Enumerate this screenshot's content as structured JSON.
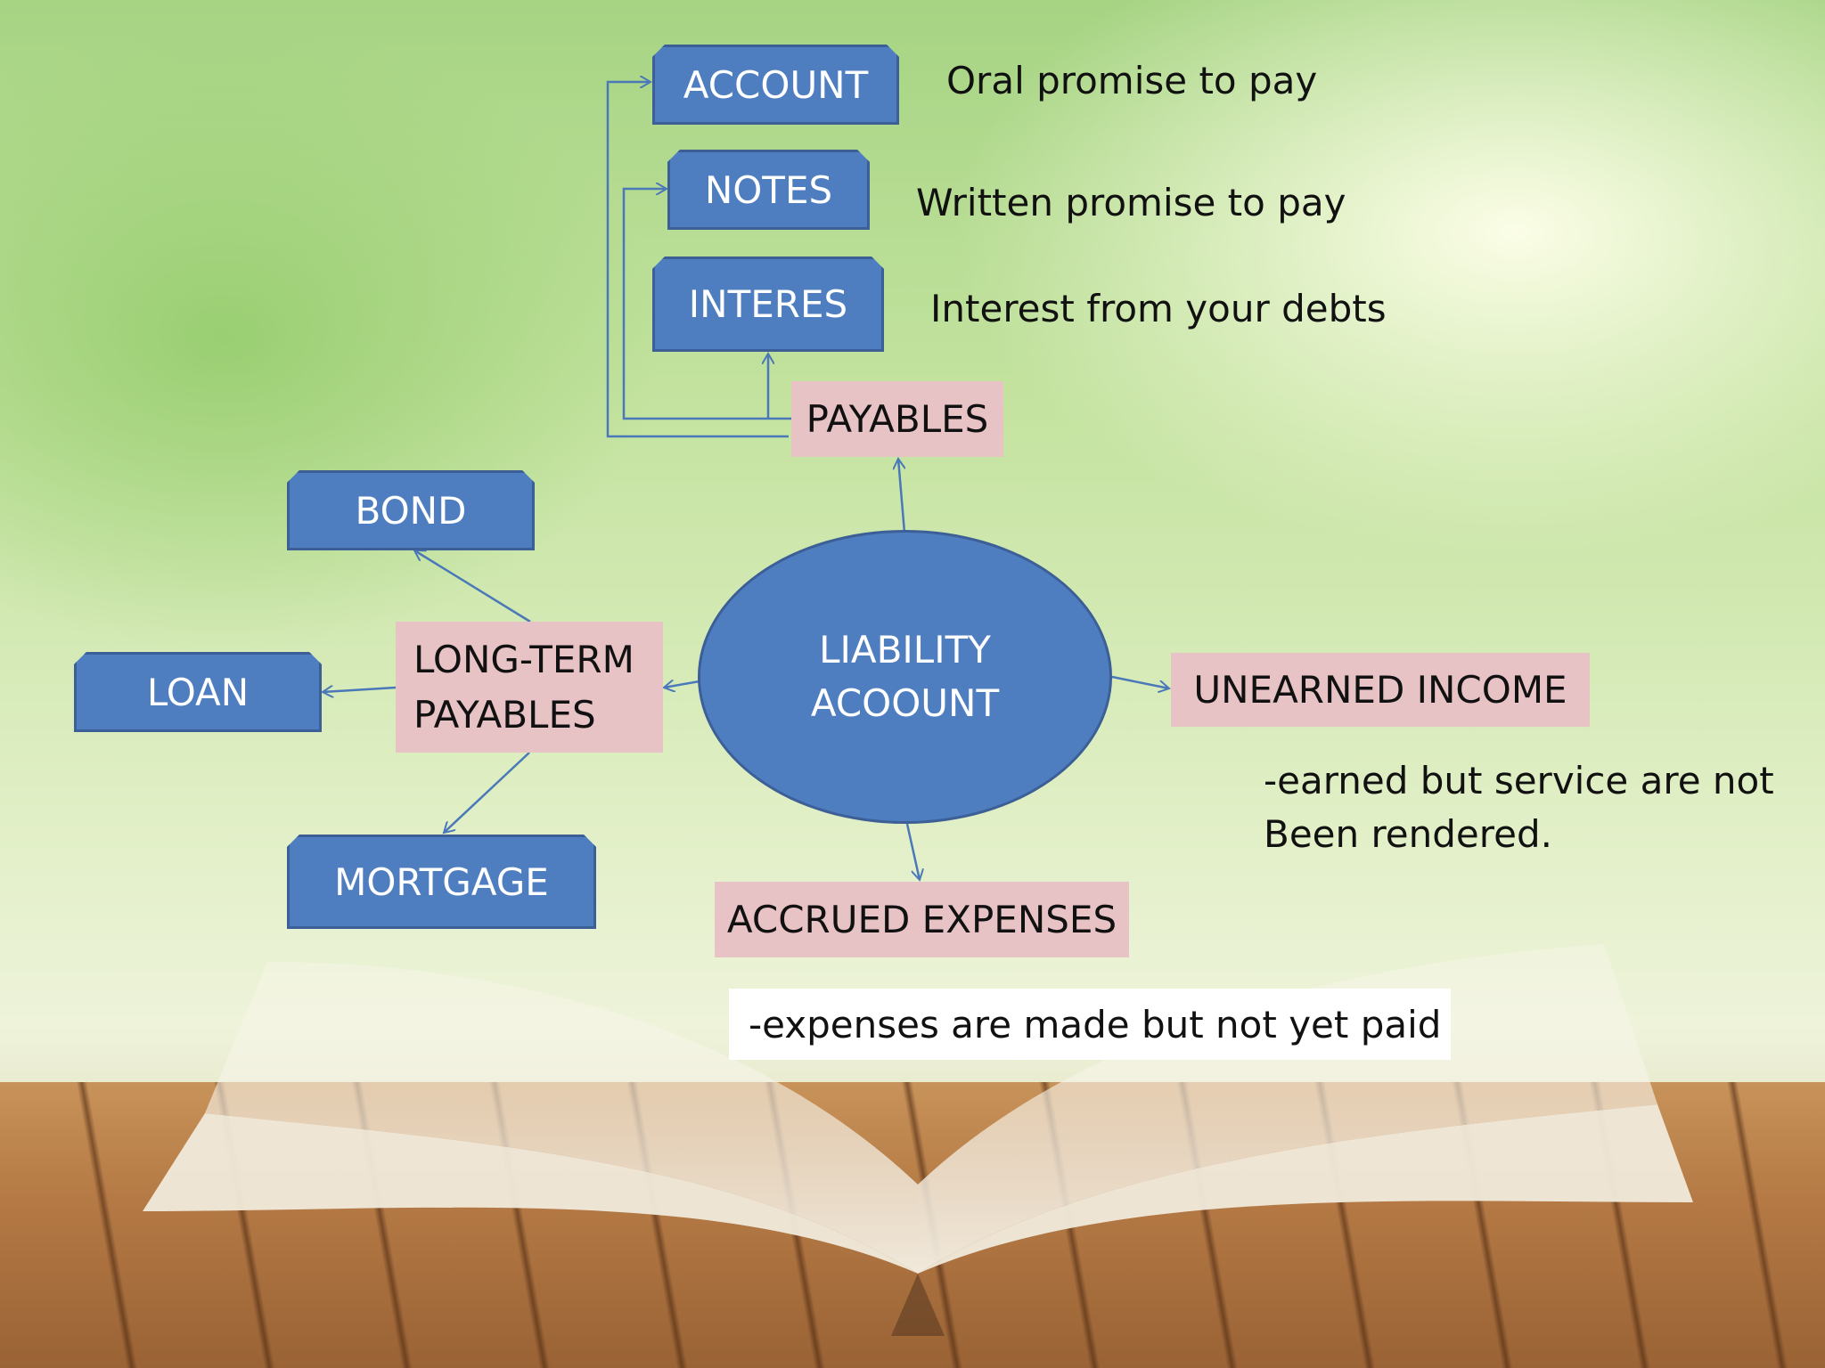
{
  "colors": {
    "blue_box": "#4f7ec0",
    "pink_box": "#e8c3c6",
    "connector": "#4a78b8"
  },
  "center": {
    "line1": "LIABILITY",
    "line2": "ACOOUNT"
  },
  "payables": {
    "label": "PAYABLES",
    "items": [
      {
        "label": "ACCOUNT",
        "description": "Oral promise to pay"
      },
      {
        "label": "NOTES",
        "description": "Written promise to pay"
      },
      {
        "label": "INTERES",
        "description": "Interest from your debts"
      }
    ]
  },
  "long_term": {
    "line1": "LONG-TERM",
    "line2": "PAYABLES",
    "items": [
      {
        "label": "BOND"
      },
      {
        "label": "LOAN"
      },
      {
        "label": "MORTGAGE"
      }
    ]
  },
  "unearned": {
    "label": "UNEARNED INCOME",
    "desc_line1": "-earned but service are not",
    "desc_line2": "Been rendered."
  },
  "accrued": {
    "label": "ACCRUED EXPENSES",
    "description": "-expenses are made but not yet paid"
  }
}
